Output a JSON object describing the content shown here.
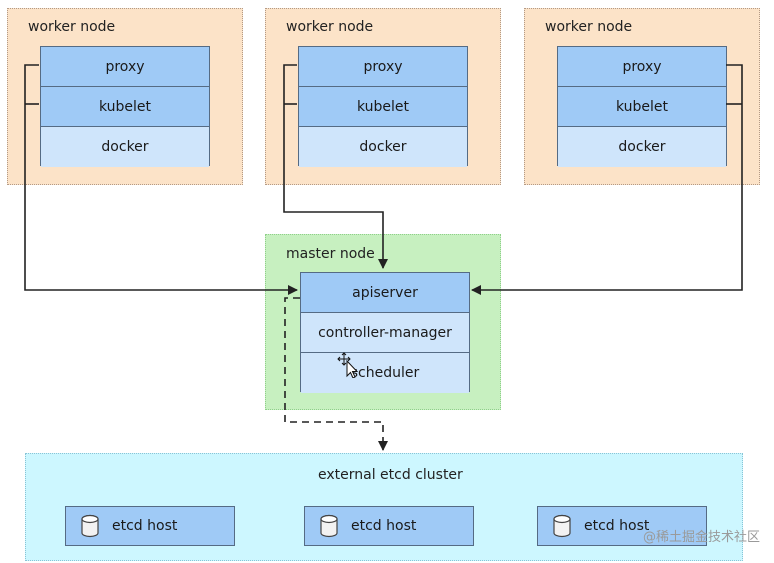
{
  "workers": [
    {
      "label": "worker node",
      "components": [
        "proxy",
        "kubelet",
        "docker"
      ]
    },
    {
      "label": "worker node",
      "components": [
        "proxy",
        "kubelet",
        "docker"
      ]
    },
    {
      "label": "worker node",
      "components": [
        "proxy",
        "kubelet",
        "docker"
      ]
    }
  ],
  "master": {
    "label": "master node",
    "components": [
      "apiserver",
      "controller-manager",
      "scheduler"
    ]
  },
  "etcd": {
    "label": "external etcd cluster",
    "hosts": [
      "etcd host",
      "etcd host",
      "etcd host"
    ]
  },
  "watermark": "@稀土掘金技术社区",
  "colors": {
    "worker_bg": "#fce3c8",
    "master_bg": "#c7f0c0",
    "etcd_bg": "#cdf7ff",
    "component_dark": "#9fcaf6",
    "component_light": "#cfe5fb"
  },
  "icons": [
    "database-icon",
    "cursor-move-icon"
  ]
}
